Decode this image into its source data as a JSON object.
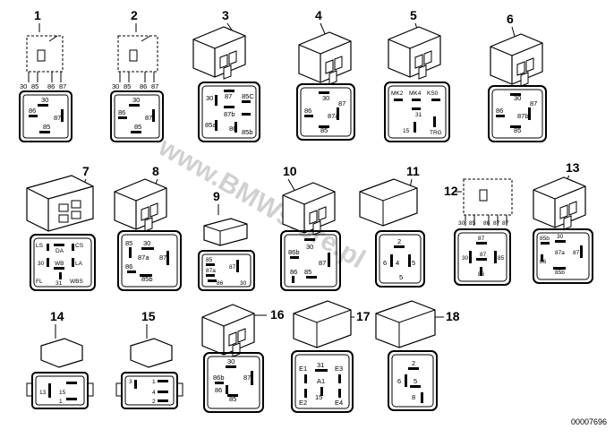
{
  "watermark": "www.BMWstore.pl",
  "diagram_code": "00007696",
  "relays": [
    {
      "num": "1",
      "pins_top": [
        "30",
        "85",
        "86",
        "87"
      ],
      "labels": [
        "30",
        "86",
        "87",
        "85"
      ]
    },
    {
      "num": "2",
      "pins_top": [
        "30",
        "85",
        "86",
        "87"
      ],
      "labels": [
        "30",
        "86",
        "87",
        "85"
      ]
    },
    {
      "num": "3",
      "labels": [
        "30",
        "87",
        "85C",
        "87b",
        "85a",
        "86",
        "85b"
      ]
    },
    {
      "num": "4",
      "labels": [
        "30",
        "86",
        "87",
        "87a",
        "85"
      ]
    },
    {
      "num": "5",
      "labels": [
        "MK2",
        "MK4",
        "KS0",
        "31",
        "15",
        "TRG"
      ]
    },
    {
      "num": "6",
      "labels": [
        "30",
        "86",
        "87",
        "87b",
        "85"
      ]
    },
    {
      "num": "7",
      "labels": [
        "LS",
        "DA",
        "CS",
        "30",
        "WB",
        "LA",
        "FL",
        "31",
        "WBS"
      ]
    },
    {
      "num": "8",
      "labels": [
        "85",
        "30",
        "87a",
        "86",
        "87",
        "85b"
      ]
    },
    {
      "num": "9",
      "labels": [
        "85",
        "87a",
        "87",
        "86",
        "30"
      ]
    },
    {
      "num": "10",
      "labels": [
        "30",
        "86b",
        "87",
        "86",
        "85"
      ]
    },
    {
      "num": "11",
      "labels": [
        "2",
        "6",
        "4",
        "5"
      ]
    },
    {
      "num": "12",
      "pins_top": [
        "30",
        "85",
        "86",
        "87",
        "87"
      ],
      "labels": [
        "87",
        "30",
        "87",
        "85",
        "86"
      ]
    },
    {
      "num": "13",
      "labels": [
        "85b",
        "30",
        "87a",
        "87",
        "86",
        "85b"
      ]
    },
    {
      "num": "14",
      "labels": [
        "13",
        "15",
        "1"
      ]
    },
    {
      "num": "15",
      "labels": [
        "3",
        "1",
        "4",
        "2"
      ]
    },
    {
      "num": "16",
      "labels": [
        "30",
        "86b",
        "87",
        "86",
        "85"
      ]
    },
    {
      "num": "17",
      "labels": [
        "E1",
        "31",
        "E3",
        "A1",
        "15",
        "E2",
        "E4"
      ]
    },
    {
      "num": "18",
      "labels": [
        "2",
        "6",
        "5",
        "8"
      ]
    }
  ]
}
